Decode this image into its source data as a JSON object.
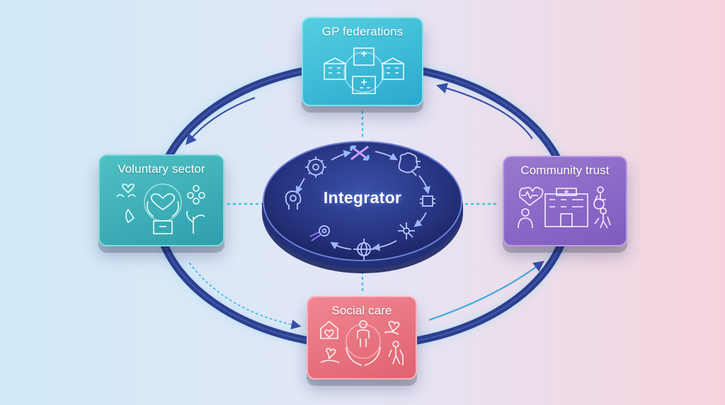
{
  "diagram": {
    "center": {
      "label": "Integrator"
    },
    "nodes": {
      "gp_federations": {
        "label": "GP federations",
        "icon": "hospital-cluster-icon"
      },
      "voluntary_sector": {
        "label": "Voluntary sector",
        "icon": "charity-hands-icon"
      },
      "community_trust": {
        "label": "Community trust",
        "icon": "community-hospital-icon"
      },
      "social_care": {
        "label": "Social care",
        "icon": "caring-hands-icon"
      }
    },
    "colors": {
      "ring": "#2c3f8f",
      "center_fill": "#2a3a8c",
      "dotted_link": "#3fc6e0",
      "gp": "#3dbcd8",
      "voluntary": "#3fb1b8",
      "community": "#8b67c7",
      "social": "#e8707c"
    }
  }
}
